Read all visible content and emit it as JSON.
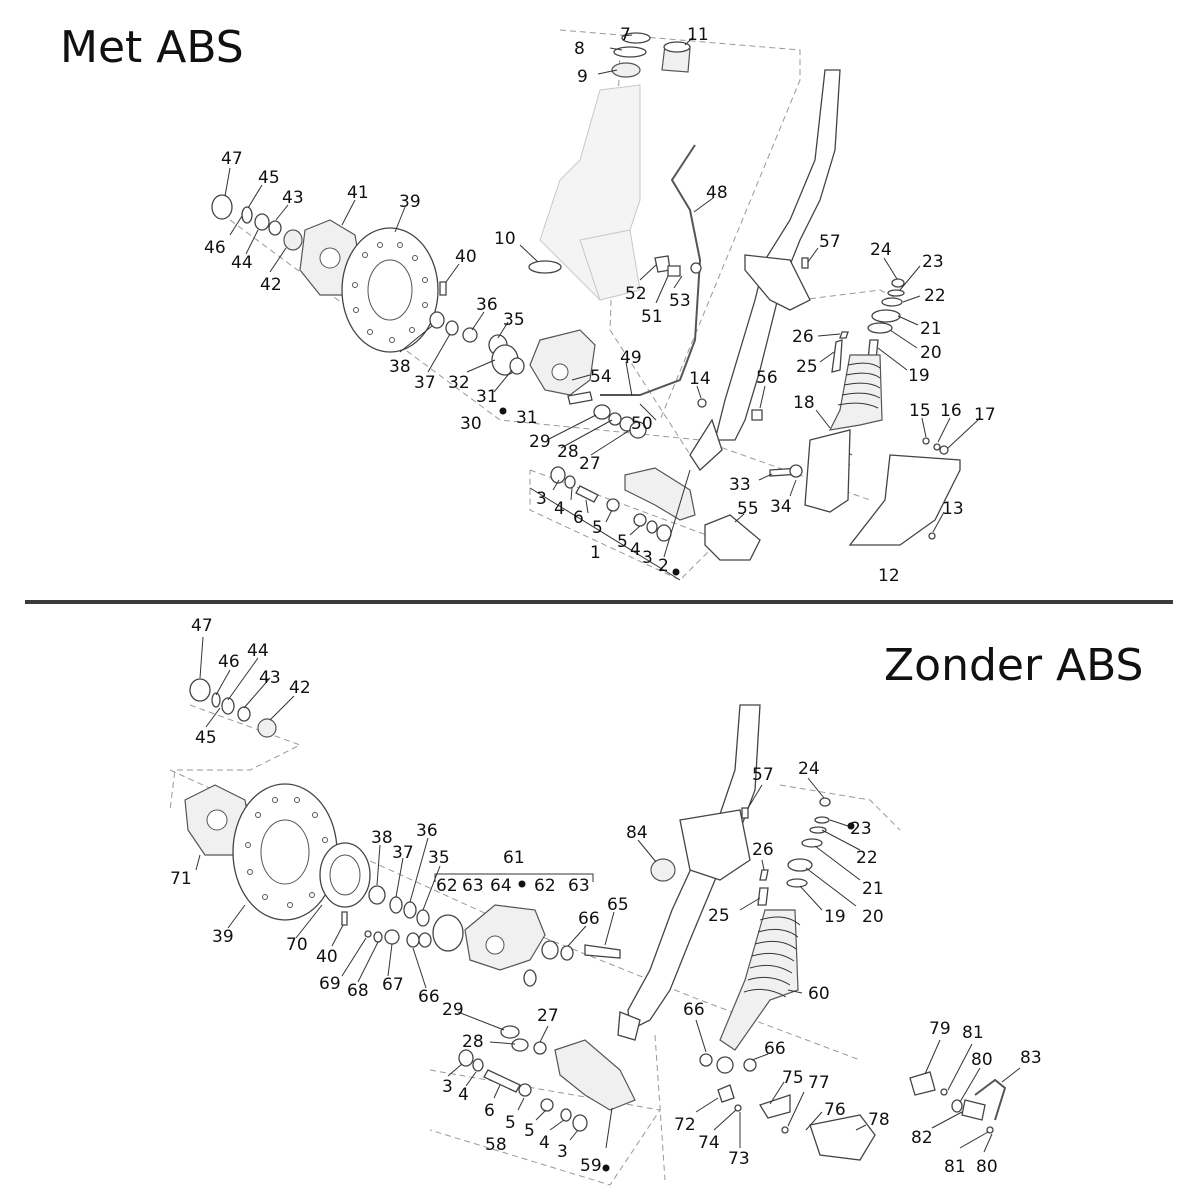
{
  "titles": {
    "top": "Met ABS",
    "bottom": "Zonder ABS"
  },
  "labels": {
    "top": [
      "7",
      "8",
      "9",
      "11",
      "47",
      "45",
      "43",
      "41",
      "39",
      "46",
      "44",
      "42",
      "10",
      "40",
      "48",
      "57",
      "24",
      "23",
      "22",
      "21",
      "20",
      "19",
      "26",
      "25",
      "52",
      "53",
      "51",
      "36",
      "35",
      "32",
      "31",
      "30",
      "29",
      "28",
      "27",
      "31",
      "54",
      "49",
      "50",
      "14",
      "56",
      "18",
      "15",
      "16",
      "17",
      "38",
      "37",
      "33",
      "34",
      "13",
      "12",
      "3",
      "4",
      "6",
      "5",
      "5",
      "4",
      "3",
      "1",
      "2",
      "55"
    ],
    "bottom": [
      "47",
      "46",
      "44",
      "43",
      "42",
      "45",
      "57",
      "24",
      "23",
      "22",
      "21",
      "20",
      "19",
      "26",
      "25",
      "84",
      "61",
      "38",
      "37",
      "36",
      "35",
      "62",
      "63",
      "64",
      "62",
      "63",
      "65",
      "66",
      "71",
      "39",
      "70",
      "40",
      "69",
      "68",
      "67",
      "66",
      "60",
      "29",
      "28",
      "27",
      "66",
      "66",
      "3",
      "4",
      "6",
      "5",
      "5",
      "4",
      "3",
      "58",
      "59",
      "72",
      "74",
      "73",
      "75",
      "77",
      "76",
      "78",
      "79",
      "81",
      "80",
      "83",
      "82",
      "81",
      "80"
    ]
  }
}
